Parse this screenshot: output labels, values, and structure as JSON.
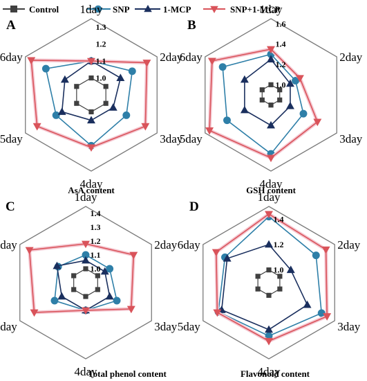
{
  "legend": [
    {
      "name": "Control",
      "color": "#404040",
      "marker": "square"
    },
    {
      "name": "SNP",
      "color": "#2e7fa8",
      "marker": "circle"
    },
    {
      "name": "1-MCP",
      "color": "#1a2f5e",
      "marker": "triangle"
    },
    {
      "name": "SNP+1-MCP",
      "color": "#d9535a",
      "marker": "invtriangle"
    }
  ],
  "chart_data": [
    {
      "type": "radar",
      "panel": "A",
      "caption": "AsA content",
      "axes": [
        "1day",
        "2day",
        "3day",
        "4day",
        "5day",
        "6day"
      ],
      "rlim": [
        0.9,
        1.35
      ],
      "ticks": [
        "1.0",
        "1.1",
        "1.2",
        "1.3"
      ],
      "series": [
        {
          "name": "Control",
          "values": [
            1.0,
            1.0,
            1.0,
            1.0,
            1.0,
            1.0
          ]
        },
        {
          "name": "SNP",
          "values": [
            1.1,
            1.18,
            1.14,
            1.2,
            1.14,
            1.21
          ]
        },
        {
          "name": "1-MCP",
          "values": [
            1.1,
            1.1,
            1.05,
            1.05,
            1.1,
            1.08
          ]
        },
        {
          "name": "SNP+1-MCP",
          "values": [
            1.1,
            1.28,
            1.27,
            1.21,
            1.27,
            1.31
          ]
        }
      ]
    },
    {
      "type": "radar",
      "panel": "B",
      "caption": "GSH content",
      "axes": [
        "1day",
        "2day",
        "3day",
        "4day",
        "5day",
        "6day"
      ],
      "rlim": [
        0.9,
        1.65
      ],
      "ticks": [
        "1.0",
        "1.2",
        "1.4",
        "1.6"
      ],
      "series": [
        {
          "name": "Control",
          "values": [
            1.0,
            1.0,
            1.0,
            1.0,
            1.0,
            1.0
          ]
        },
        {
          "name": "SNP",
          "values": [
            1.3,
            1.18,
            1.27,
            1.48,
            1.4,
            1.45
          ]
        },
        {
          "name": "1-MCP",
          "values": [
            1.25,
            1.12,
            1.12,
            1.2,
            1.2,
            1.2
          ]
        },
        {
          "name": "SNP+1-MCP",
          "values": [
            1.35,
            1.23,
            1.43,
            1.52,
            1.6,
            1.57
          ]
        }
      ]
    },
    {
      "type": "radar",
      "panel": "C",
      "caption": "Total phenol content",
      "axes": [
        "1day",
        "2day",
        "3day",
        "4day",
        "5day",
        "6day"
      ],
      "rlim": [
        0.9,
        1.45
      ],
      "ticks": [
        "1.0",
        "1.1",
        "1.2",
        "1.3",
        "1.4"
      ],
      "series": [
        {
          "name": "Control",
          "values": [
            1.0,
            1.0,
            1.0,
            1.0,
            1.0,
            1.0
          ]
        },
        {
          "name": "SNP",
          "values": [
            1.1,
            1.1,
            1.16,
            1.1,
            1.16,
            1.13
          ]
        },
        {
          "name": "1-MCP",
          "values": [
            1.06,
            1.06,
            1.1,
            1.1,
            1.1,
            1.14
          ]
        },
        {
          "name": "SNP+1-MCP",
          "values": [
            1.18,
            1.3,
            1.28,
            1.1,
            1.33,
            1.37
          ]
        }
      ]
    },
    {
      "type": "radar",
      "panel": "D",
      "caption": "Flavonoid content",
      "axes": [
        "1day",
        "2day",
        "3day",
        "4day",
        "5day",
        "6day"
      ],
      "rlim": [
        0.9,
        1.5
      ],
      "ticks": [
        "1.0",
        "1.2",
        "1.4"
      ],
      "series": [
        {
          "name": "Control",
          "values": [
            1.0,
            1.0,
            1.0,
            1.0,
            1.0,
            1.0
          ]
        },
        {
          "name": "SNP",
          "values": [
            1.42,
            1.33,
            1.38,
            1.32,
            1.36,
            1.3
          ]
        },
        {
          "name": "1-MCP",
          "values": [
            1.2,
            1.1,
            1.25,
            1.27,
            1.33,
            1.28
          ]
        },
        {
          "name": "SNP+1-MCP",
          "values": [
            1.44,
            1.42,
            1.43,
            1.36,
            1.37,
            1.38
          ]
        }
      ]
    }
  ]
}
